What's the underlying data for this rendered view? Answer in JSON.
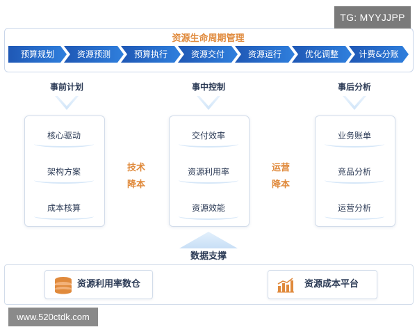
{
  "title": "资源生命周期管理",
  "process_stages": [
    "预算规划",
    "资源预测",
    "预算执行",
    "资源交付",
    "资源运行",
    "优化调整",
    "计费&分账"
  ],
  "columns": [
    {
      "title": "事前计划",
      "items": [
        "核心驱动",
        "架构方案",
        "成本核算"
      ]
    },
    {
      "title": "事中控制",
      "items": [
        "交付效率",
        "资源利用率",
        "资源效能"
      ]
    },
    {
      "title": "事后分析",
      "items": [
        "业务账单",
        "竞品分析",
        "运营分析"
      ]
    }
  ],
  "side_labels": [
    {
      "line1": "技术",
      "line2": "降本"
    },
    {
      "line1": "运营",
      "line2": "降本"
    }
  ],
  "support": {
    "title": "数据支撑",
    "items": [
      {
        "label": "资源利用率数仓",
        "icon": "database-icon"
      },
      {
        "label": "资源成本平台",
        "icon": "bar-chart-icon"
      }
    ]
  },
  "watermarks": {
    "top_right": "TG: MYYJJPP",
    "bottom_left": "www.520ctdk.com"
  },
  "colors": {
    "accent_orange": "#e08a3c",
    "process_blue": "#2a6fcf",
    "text_dark": "#2b3a55"
  }
}
